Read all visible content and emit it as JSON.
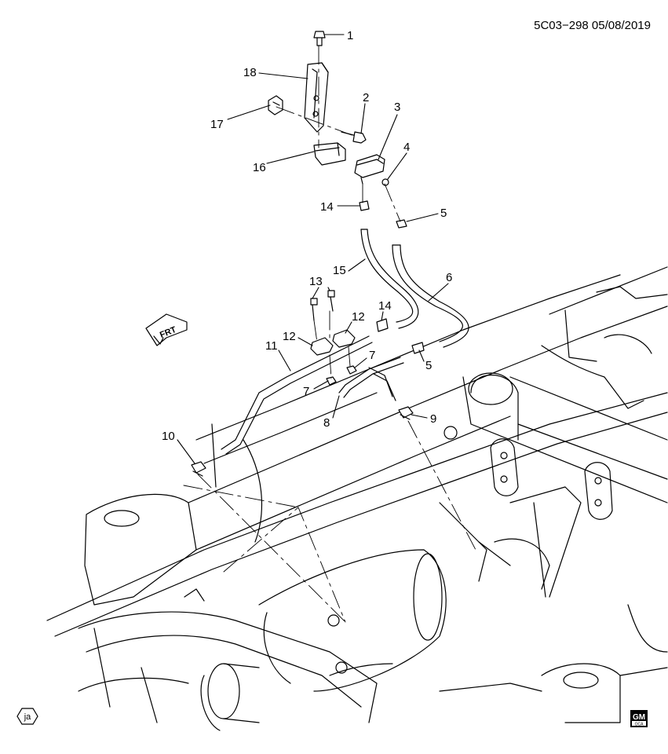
{
  "header": {
    "reference": "5C03−298  05/08/2019"
  },
  "direction_label": "FRT",
  "footer": {
    "badge_left": "ja",
    "logo_line1": "GM",
    "logo_line2": "OCA"
  },
  "callouts": [
    "1",
    "2",
    "3",
    "4",
    "5",
    "5",
    "6",
    "7",
    "7",
    "8",
    "9",
    "10",
    "11",
    "12",
    "12",
    "13",
    "14",
    "14",
    "15",
    "16",
    "17",
    "18"
  ]
}
